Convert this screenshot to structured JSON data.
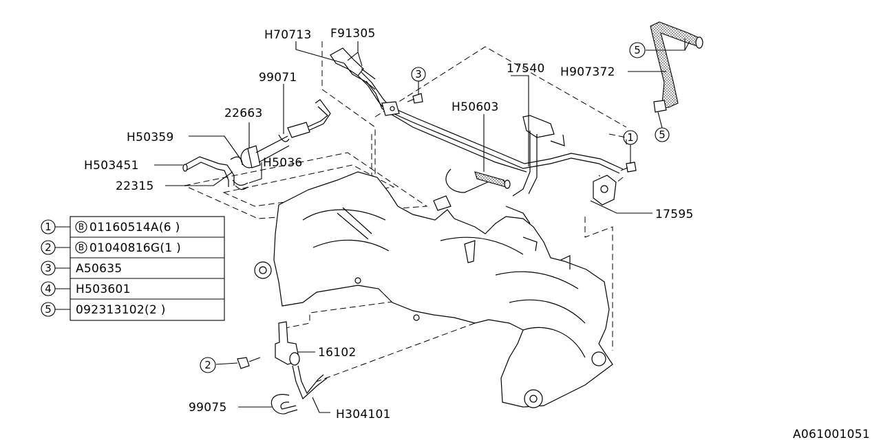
{
  "diagram": {
    "labels": {
      "h70713": "H70713",
      "f91305": "F91305",
      "p99071": "99071",
      "p22663": "22663",
      "h50359": "H50359",
      "h503451": "H503451",
      "h5036": "H5036",
      "p22315": "22315",
      "p17540": "17540",
      "h907372": "H907372",
      "h50603": "H50603",
      "p17595": "17595",
      "p16102": "16102",
      "p99075": "99075",
      "h304101": "H304101"
    },
    "callouts": {
      "c1": "1",
      "c2": "2",
      "c3": "3",
      "c5a": "5",
      "c5b": "5"
    },
    "legend": [
      {
        "num": "1",
        "symbol": "B",
        "part": "01160514A(6  )"
      },
      {
        "num": "2",
        "symbol": "B",
        "part": "01040816G(1  )"
      },
      {
        "num": "3",
        "symbol": "",
        "part": "A50635"
      },
      {
        "num": "4",
        "symbol": "",
        "part": "H503601"
      },
      {
        "num": "5",
        "symbol": "",
        "part": "092313102(2  )"
      }
    ],
    "figure_code": "A061001051"
  }
}
